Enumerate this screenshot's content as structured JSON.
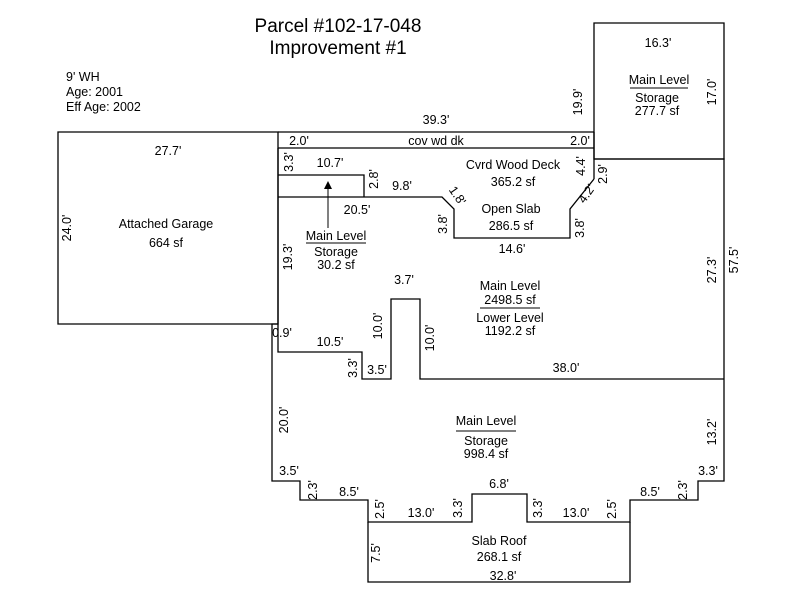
{
  "header": {
    "title_line1": "Parcel #102-17-048",
    "title_line2": "Improvement #1"
  },
  "property_info": {
    "wall_height": "9' WH",
    "age": "Age: 2001",
    "effective_age": "Eff Age: 2002"
  },
  "areas": {
    "upper_storage": {
      "name": "Main Level",
      "use": "Storage",
      "size": "277.7 sf"
    },
    "garage": {
      "name": "Attached Garage",
      "size": "664 sf"
    },
    "covered_deck_strip": {
      "name": "cov wd dk"
    },
    "covered_deck": {
      "name": "Cvrd Wood Deck",
      "size": "365.2 sf"
    },
    "open_slab": {
      "name": "Open Slab",
      "size": "286.5 sf"
    },
    "small_storage": {
      "name": "Main Level",
      "use": "Storage",
      "size": "30.2 sf"
    },
    "main_level": {
      "name": "Main Level",
      "size": "2498.5 sf",
      "lower_name": "Lower Level",
      "lower_size": "1192.2 sf"
    },
    "lower_storage": {
      "name": "Main Level",
      "use": "Storage",
      "size": "998.4 sf"
    },
    "slab_roof": {
      "name": "Slab Roof",
      "size": "268.1 sf"
    }
  },
  "dimensions": {
    "storage_top_width": "16.3'",
    "storage_height": "17.0'",
    "storage_left_height": "19.9'",
    "deck_top_width": "39.3'",
    "deck_left_offset": "2.0'",
    "deck_right_offset": "2.0'",
    "garage_width": "27.7'",
    "garage_height": "24.0'",
    "small_storage_width": "10.7'",
    "small_storage_depth": "2.8'",
    "deck_left_step": "3.3'",
    "deck_inner_width": "9.8'",
    "deck_lower_width": "20.5'",
    "slab_left_diag": "1.8'",
    "slab_left_side": "3.8'",
    "slab_bottom": "14.6'",
    "slab_right_side": "3.8'",
    "slab_right_diag": "4.2'",
    "deck_right_side": "4.4'",
    "deck_right_step": "2.9'",
    "main_right_upper": "27.3'",
    "overall_right": "57.5'",
    "main_left_height": "19.3'",
    "notch_top": "3.7'",
    "notch_left": "10.0'",
    "notch_right": "10.0'",
    "left_offset": "0.9'",
    "step_width": "10.5'",
    "step_height": "3.3'",
    "step_short": "3.5'",
    "main_bottom_width": "38.0'",
    "lower_left_height": "20.0'",
    "lower_right_height": "13.2'",
    "left_step_a": "3.5'",
    "left_step_b": "2.3'",
    "left_step_c": "8.5'",
    "left_step_d": "2.5'",
    "left_step_e": "13.0'",
    "left_step_f": "3.3'",
    "center_bump": "6.8'",
    "right_step_f": "3.3'",
    "right_step_e": "13.0'",
    "right_step_d": "2.5'",
    "right_step_c": "8.5'",
    "right_step_b": "2.3'",
    "right_step_a": "3.3'",
    "slab_roof_height": "7.5'",
    "slab_roof_width": "32.8'"
  }
}
